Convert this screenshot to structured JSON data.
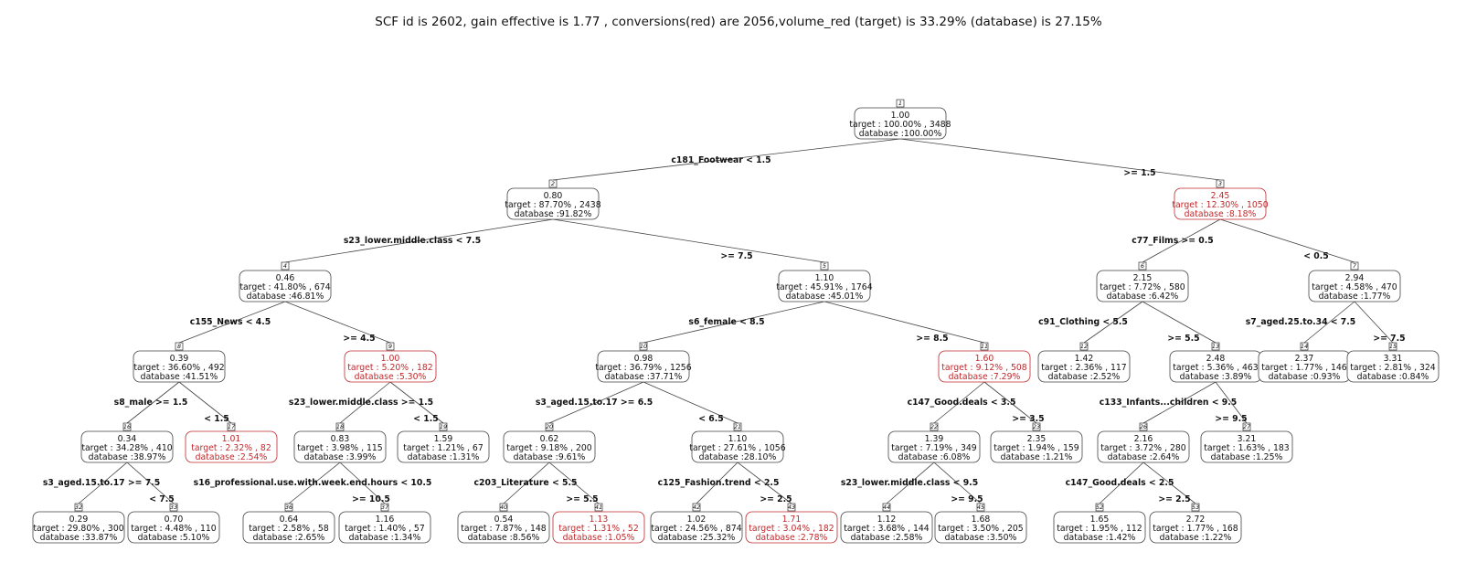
{
  "title": "SCF id is 2602, gain effective is 1.77 , conversions(red) are 2056,volume_red (target) is 33.29% (database) is 27.15%",
  "colors": {
    "highlight": "#c0282b",
    "normal": "#111111",
    "edge": "#444444"
  },
  "nodes": [
    {
      "id": "1",
      "gain": "1.00",
      "target": "target : 100.00% , 3488",
      "database": "database :100.00%",
      "highlight": false
    },
    {
      "id": "2",
      "gain": "0.80",
      "target": "target : 87.70% , 2438",
      "database": "database :91.82%",
      "highlight": false
    },
    {
      "id": "3",
      "gain": "2.45",
      "target": "target : 12.30% , 1050",
      "database": "database :8.18%",
      "highlight": true
    },
    {
      "id": "4",
      "gain": "0.46",
      "target": "target : 41.80% , 674",
      "database": "database :46.81%",
      "highlight": false
    },
    {
      "id": "5",
      "gain": "1.10",
      "target": "target : 45.91% , 1764",
      "database": "database :45.01%",
      "highlight": false
    },
    {
      "id": "6",
      "gain": "2.15",
      "target": "target : 7.72% , 580",
      "database": "database :6.42%",
      "highlight": false
    },
    {
      "id": "7",
      "gain": "2.94",
      "target": "target : 4.58% , 470",
      "database": "database :1.77%",
      "highlight": false
    },
    {
      "id": "8",
      "gain": "0.39",
      "target": "target : 36.60% , 492",
      "database": "database :41.51%",
      "highlight": false
    },
    {
      "id": "9",
      "gain": "1.00",
      "target": "target : 5.20% , 182",
      "database": "database :5.30%",
      "highlight": true
    },
    {
      "id": "10",
      "gain": "0.98",
      "target": "target : 36.79% , 1256",
      "database": "database :37.71%",
      "highlight": false
    },
    {
      "id": "11",
      "gain": "1.60",
      "target": "target : 9.12% , 508",
      "database": "database :7.29%",
      "highlight": true
    },
    {
      "id": "12",
      "gain": "1.42",
      "target": "target : 2.36% , 117",
      "database": "database :2.52%",
      "highlight": false
    },
    {
      "id": "13",
      "gain": "2.48",
      "target": "target : 5.36% , 463",
      "database": "database :3.89%",
      "highlight": false
    },
    {
      "id": "14",
      "gain": "2.37",
      "target": "target : 1.77% , 146",
      "database": "database :0.93%",
      "highlight": false
    },
    {
      "id": "15",
      "gain": "3.31",
      "target": "target : 2.81% , 324",
      "database": "database :0.84%",
      "highlight": false
    },
    {
      "id": "16",
      "gain": "0.34",
      "target": "target : 34.28% , 410",
      "database": "database :38.97%",
      "highlight": false
    },
    {
      "id": "17",
      "gain": "1.01",
      "target": "target : 2.32% , 82",
      "database": "database :2.54%",
      "highlight": true
    },
    {
      "id": "18",
      "gain": "0.83",
      "target": "target : 3.98% , 115",
      "database": "database :3.99%",
      "highlight": false
    },
    {
      "id": "19",
      "gain": "1.59",
      "target": "target : 1.21% , 67",
      "database": "database :1.31%",
      "highlight": false
    },
    {
      "id": "20",
      "gain": "0.62",
      "target": "target : 9.18% , 200",
      "database": "database :9.61%",
      "highlight": false
    },
    {
      "id": "21",
      "gain": "1.10",
      "target": "target : 27.61% , 1056",
      "database": "database :28.10%",
      "highlight": false
    },
    {
      "id": "22",
      "gain": "1.39",
      "target": "target : 7.19% , 349",
      "database": "database :6.08%",
      "highlight": false
    },
    {
      "id": "23",
      "gain": "2.35",
      "target": "target : 1.94% , 159",
      "database": "database :1.21%",
      "highlight": false
    },
    {
      "id": "26",
      "gain": "2.16",
      "target": "target : 3.72% , 280",
      "database": "database :2.64%",
      "highlight": false
    },
    {
      "id": "27",
      "gain": "3.21",
      "target": "target : 1.63% , 183",
      "database": "database :1.25%",
      "highlight": false
    },
    {
      "id": "32",
      "gain": "0.29",
      "target": "target : 29.80% , 300",
      "database": "database :33.87%",
      "highlight": false
    },
    {
      "id": "33",
      "gain": "0.70",
      "target": "target : 4.48% , 110",
      "database": "database :5.10%",
      "highlight": false
    },
    {
      "id": "36",
      "gain": "0.64",
      "target": "target : 2.58% , 58",
      "database": "database :2.65%",
      "highlight": false
    },
    {
      "id": "37",
      "gain": "1.16",
      "target": "target : 1.40% , 57",
      "database": "database :1.34%",
      "highlight": false
    },
    {
      "id": "40",
      "gain": "0.54",
      "target": "target : 7.87% , 148",
      "database": "database :8.56%",
      "highlight": false
    },
    {
      "id": "41",
      "gain": "1.13",
      "target": "target : 1.31% , 52",
      "database": "database :1.05%",
      "highlight": true
    },
    {
      "id": "42",
      "gain": "1.02",
      "target": "target : 24.56% , 874",
      "database": "database :25.32%",
      "highlight": false
    },
    {
      "id": "43",
      "gain": "1.71",
      "target": "target : 3.04% , 182",
      "database": "database :2.78%",
      "highlight": true
    },
    {
      "id": "44",
      "gain": "1.12",
      "target": "target : 3.68% , 144",
      "database": "database :2.58%",
      "highlight": false
    },
    {
      "id": "45",
      "gain": "1.68",
      "target": "target : 3.50% , 205",
      "database": "database :3.50%",
      "highlight": false
    },
    {
      "id": "52",
      "gain": "1.65",
      "target": "target : 1.95% , 112",
      "database": "database :1.42%",
      "highlight": false
    },
    {
      "id": "53",
      "gain": "2.72",
      "target": "target : 1.77% , 168",
      "database": "database :1.22%",
      "highlight": false
    }
  ],
  "edges": [
    {
      "from": "1",
      "to": "2",
      "label": "c181_Footwear < 1.5"
    },
    {
      "from": "1",
      "to": "3",
      "label": ">= 1.5"
    },
    {
      "from": "2",
      "to": "4",
      "label": "s23_lower.middle.class < 7.5"
    },
    {
      "from": "2",
      "to": "5",
      "label": ">= 7.5"
    },
    {
      "from": "3",
      "to": "6",
      "label": "c77_Films >= 0.5"
    },
    {
      "from": "3",
      "to": "7",
      "label": "< 0.5"
    },
    {
      "from": "4",
      "to": "8",
      "label": "c155_News < 4.5"
    },
    {
      "from": "4",
      "to": "9",
      "label": ">= 4.5"
    },
    {
      "from": "5",
      "to": "10",
      "label": "s6_female < 8.5"
    },
    {
      "from": "5",
      "to": "11",
      "label": ">= 8.5"
    },
    {
      "from": "6",
      "to": "12",
      "label": "c91_Clothing < 5.5"
    },
    {
      "from": "6",
      "to": "13",
      "label": ">= 5.5"
    },
    {
      "from": "7",
      "to": "14",
      "label": "s7_aged.25.to.34 < 7.5"
    },
    {
      "from": "7",
      "to": "15",
      "label": ">= 7.5"
    },
    {
      "from": "8",
      "to": "16",
      "label": "s8_male >= 1.5"
    },
    {
      "from": "8",
      "to": "17",
      "label": "< 1.5"
    },
    {
      "from": "9",
      "to": "18",
      "label": "s23_lower.middle.class >= 1.5"
    },
    {
      "from": "9",
      "to": "19",
      "label": "< 1.5"
    },
    {
      "from": "10",
      "to": "20",
      "label": "s3_aged.15.to.17 >= 6.5"
    },
    {
      "from": "10",
      "to": "21",
      "label": "< 6.5"
    },
    {
      "from": "11",
      "to": "22",
      "label": "c147_Good.deals < 3.5"
    },
    {
      "from": "11",
      "to": "23",
      "label": ">= 3.5"
    },
    {
      "from": "13",
      "to": "26",
      "label": "c133_Infants...children < 9.5"
    },
    {
      "from": "13",
      "to": "27",
      "label": ">= 9.5"
    },
    {
      "from": "16",
      "to": "32",
      "label": "s3_aged.15.to.17 >= 7.5"
    },
    {
      "from": "16",
      "to": "33",
      "label": "< 7.5"
    },
    {
      "from": "18",
      "to": "36",
      "label": "s16_professional.use.with.week.end.hours < 10.5"
    },
    {
      "from": "18",
      "to": "37",
      "label": ">= 10.5"
    },
    {
      "from": "20",
      "to": "40",
      "label": "c203_Literature < 5.5"
    },
    {
      "from": "20",
      "to": "41",
      "label": ">= 5.5"
    },
    {
      "from": "21",
      "to": "42",
      "label": "c125_Fashion.trend < 2.5"
    },
    {
      "from": "21",
      "to": "43",
      "label": ">= 2.5"
    },
    {
      "from": "22",
      "to": "44",
      "label": "s23_lower.middle.class < 9.5"
    },
    {
      "from": "22",
      "to": "45",
      "label": ">= 9.5"
    },
    {
      "from": "26",
      "to": "52",
      "label": "c147_Good.deals < 2.5"
    },
    {
      "from": "26",
      "to": "53",
      "label": ">= 2.5"
    }
  ]
}
